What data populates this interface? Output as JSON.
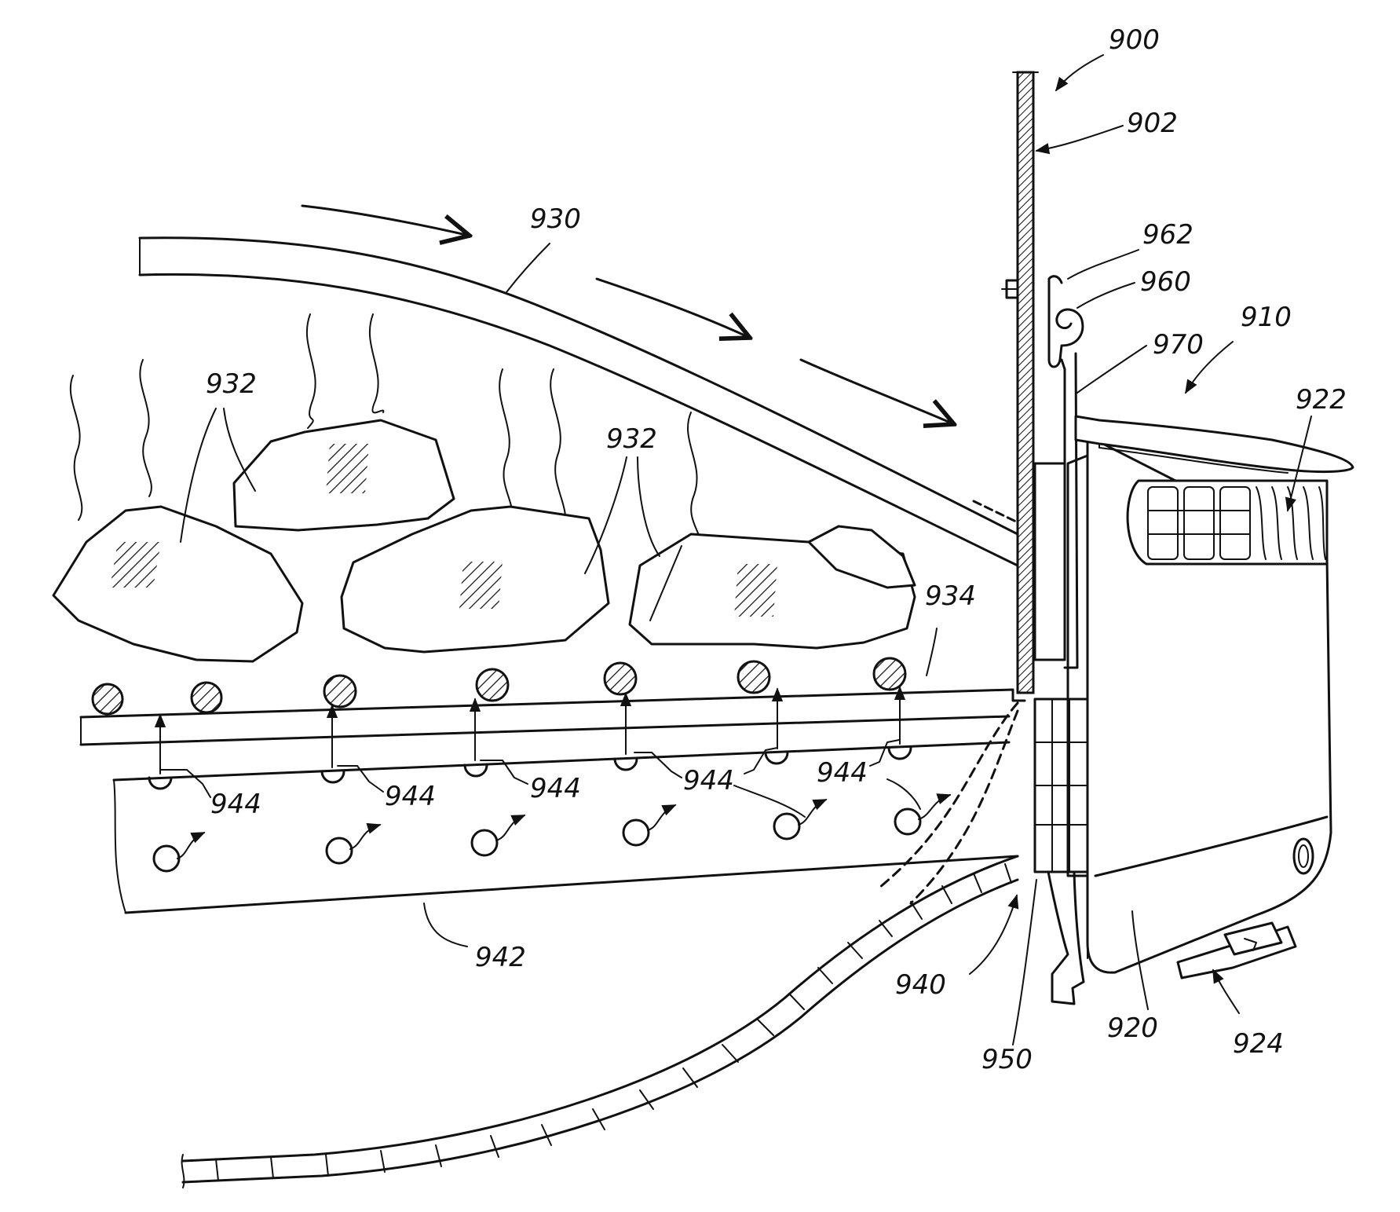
{
  "labels": {
    "l900": "900",
    "l902": "902",
    "l930": "930",
    "l962": "962",
    "l960": "960",
    "l970": "970",
    "l910": "910",
    "l922": "922",
    "l932a": "932",
    "l932b": "932",
    "l934": "934",
    "l944a": "944",
    "l944b": "944",
    "l944c": "944",
    "l944d": "944",
    "l944e": "944",
    "l942": "942",
    "l940": "940",
    "l950": "950",
    "l920": "920",
    "l924": "924"
  }
}
